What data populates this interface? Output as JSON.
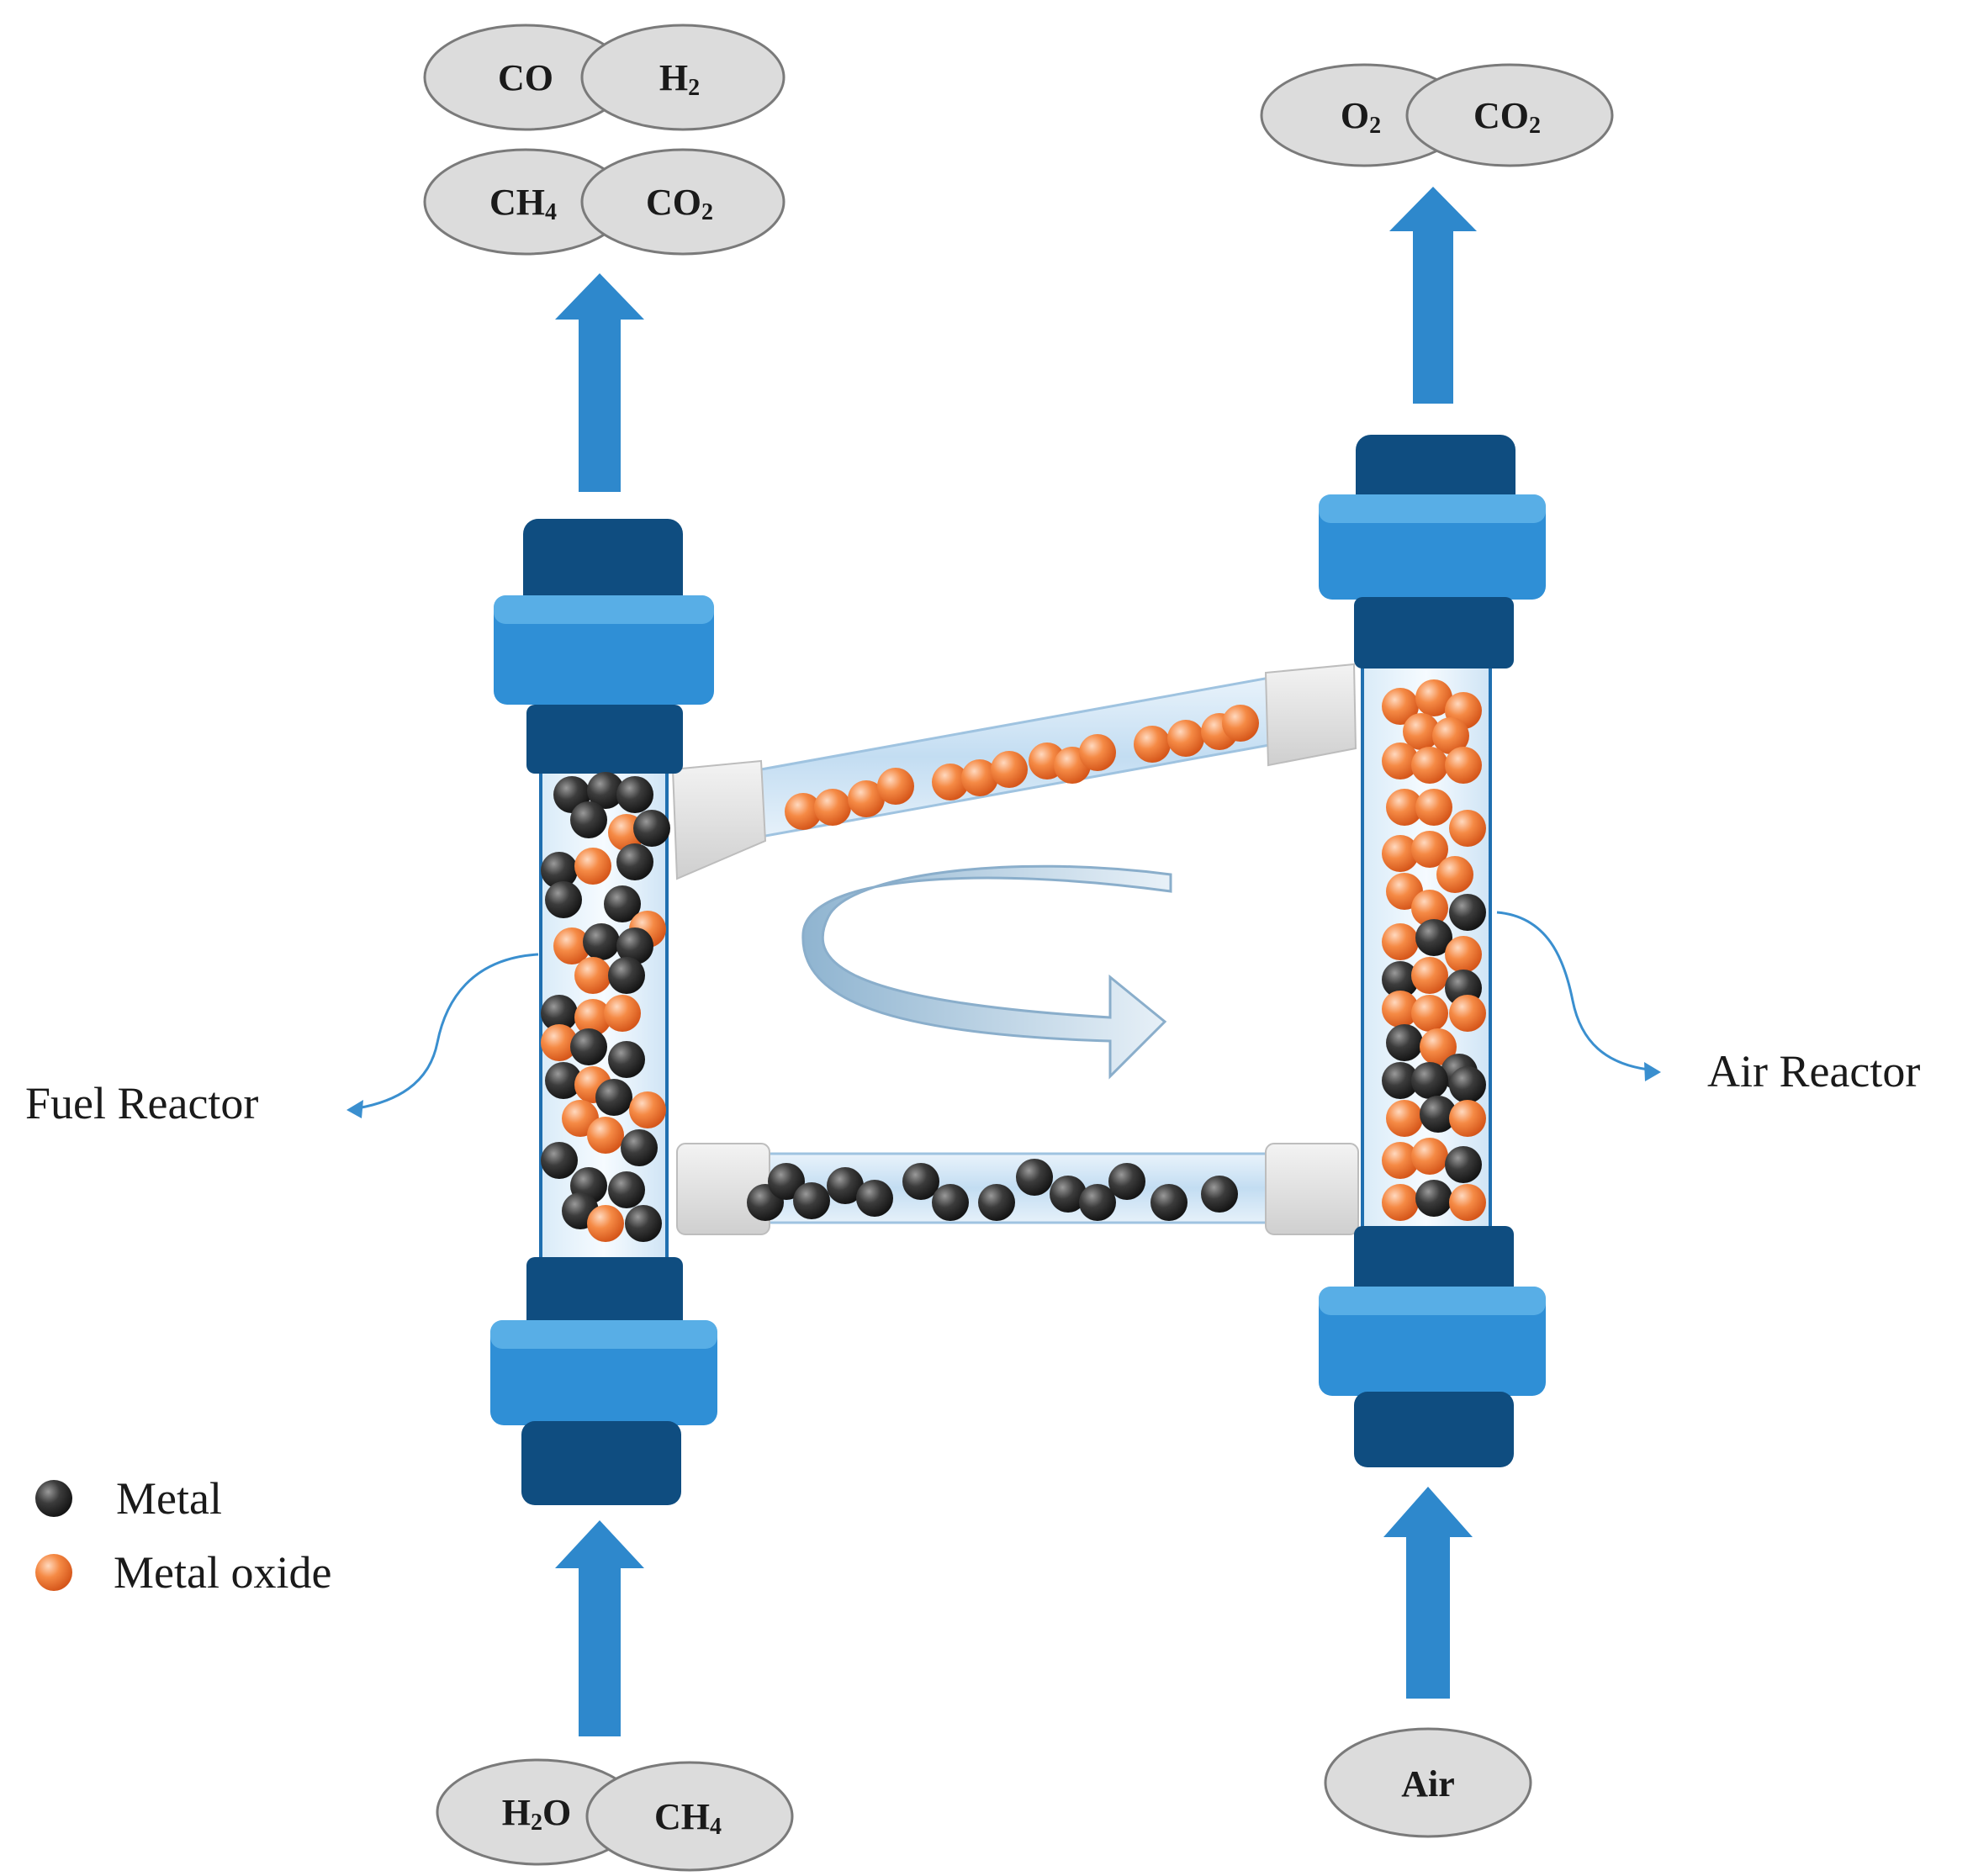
{
  "fuel_reactor": {
    "label": "Fuel Reactor",
    "outputs": [
      {
        "base": "CO",
        "sub": ""
      },
      {
        "base": "H",
        "sub": "2"
      },
      {
        "base": "CH",
        "sub": "4"
      },
      {
        "base": "CO",
        "sub": "2"
      }
    ],
    "inputs": [
      {
        "base": "H",
        "sub": "2",
        "tail": "O"
      },
      {
        "base": "CH",
        "sub": "4",
        "tail": ""
      }
    ]
  },
  "air_reactor": {
    "label": "Air Reactor",
    "outputs": [
      {
        "base": "O",
        "sub": "2"
      },
      {
        "base": "CO",
        "sub": "2"
      }
    ],
    "inputs": [
      {
        "base": "Air",
        "sub": ""
      }
    ]
  },
  "legend": {
    "metal": "Metal",
    "metal_oxide": "Metal oxide"
  },
  "colors": {
    "arrow_blue": "#2e88cc",
    "cap_dark": "#0f4d80",
    "collar_blue": "#2f8fd6",
    "metal_particle": "#3a3a3a",
    "oxide_particle": "#f07830",
    "gas_bubble": "#dcdcdc"
  }
}
